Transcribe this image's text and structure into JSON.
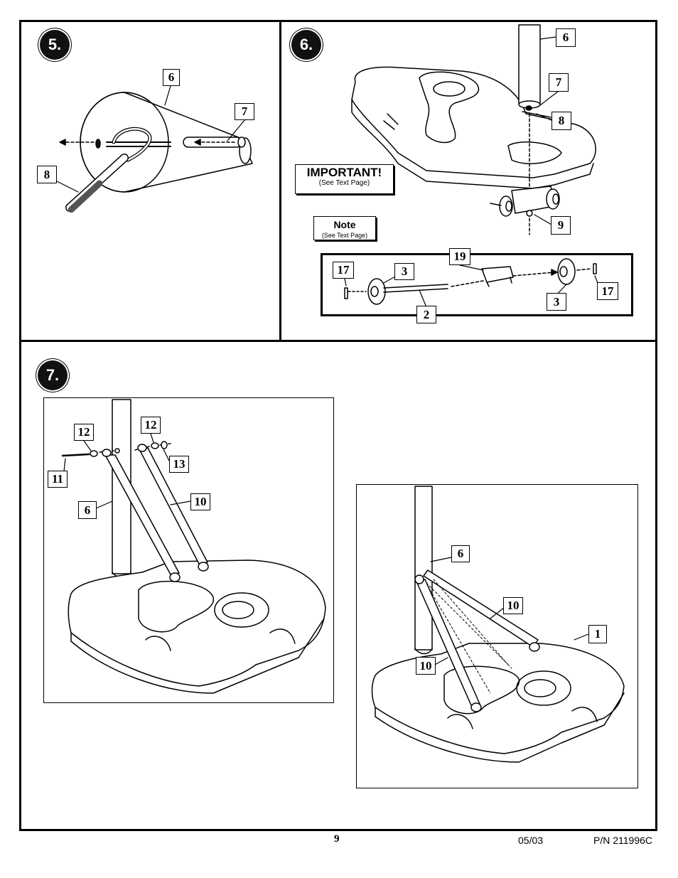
{
  "steps": {
    "step5": "5.",
    "step6": "6.",
    "step7": "7."
  },
  "callouts": {
    "s5_6": "6",
    "s5_7": "7",
    "s5_8": "8",
    "s6_6": "6",
    "s6_7": "7",
    "s6_8": "8",
    "s6_9": "9",
    "s6_19": "19",
    "s6_17a": "17",
    "s6_3a": "3",
    "s6_2": "2",
    "s6_3b": "3",
    "s6_17b": "17",
    "s7a_12a": "12",
    "s7a_12b": "12",
    "s7a_13": "13",
    "s7a_11": "11",
    "s7a_6": "6",
    "s7a_10": "10",
    "s7b_6": "6",
    "s7b_10a": "10",
    "s7b_1": "1",
    "s7b_10b": "10"
  },
  "important": {
    "title": "IMPORTANT!",
    "sub": "(See Text Page)"
  },
  "note": {
    "title": "Note",
    "sub": "(See Text Page)"
  },
  "footer": {
    "page": "9",
    "date": "05/03",
    "part": "P/N 211996C"
  }
}
